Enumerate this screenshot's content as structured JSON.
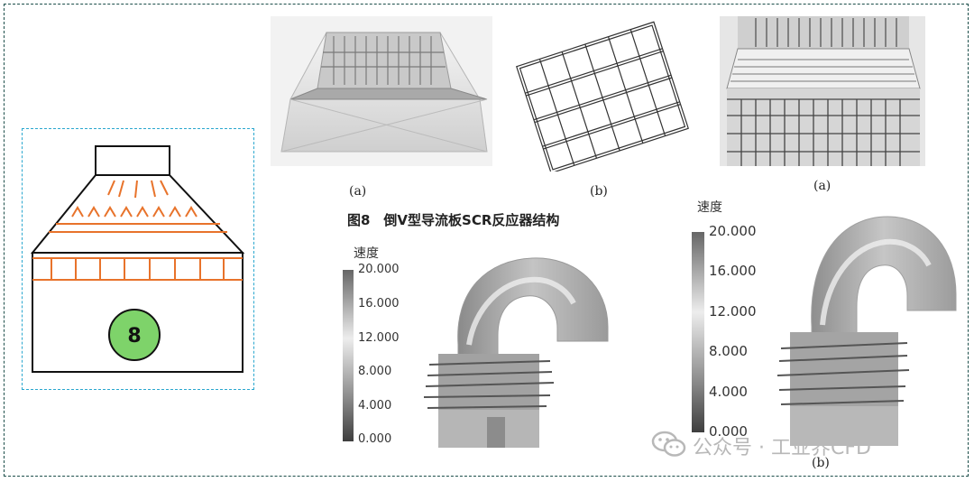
{
  "diagram": {
    "badge_number": "8",
    "colors": {
      "stroke": "#111111",
      "baffle": "#e8732b",
      "badge_fill": "#7ed36a",
      "frame": "#2aa7cf"
    }
  },
  "figures": {
    "label_a1": "(a)",
    "label_b1": "(b)",
    "label_a2": "(a)",
    "label_b2": "(b)",
    "caption": "图8　倒V型导流板SCR反应器结构"
  },
  "legend_left": {
    "title": "速度",
    "ticks": [
      "20.000",
      "16.000",
      "12.000",
      "8.000",
      "4.000",
      "0.000"
    ]
  },
  "legend_right": {
    "title": "速度",
    "ticks": [
      "20.000",
      "16.000",
      "12.000",
      "8.000",
      "4.000",
      "0.000"
    ]
  },
  "watermark": {
    "icon": "wechat-icon",
    "text": "公众号 · 工业界CFD"
  }
}
